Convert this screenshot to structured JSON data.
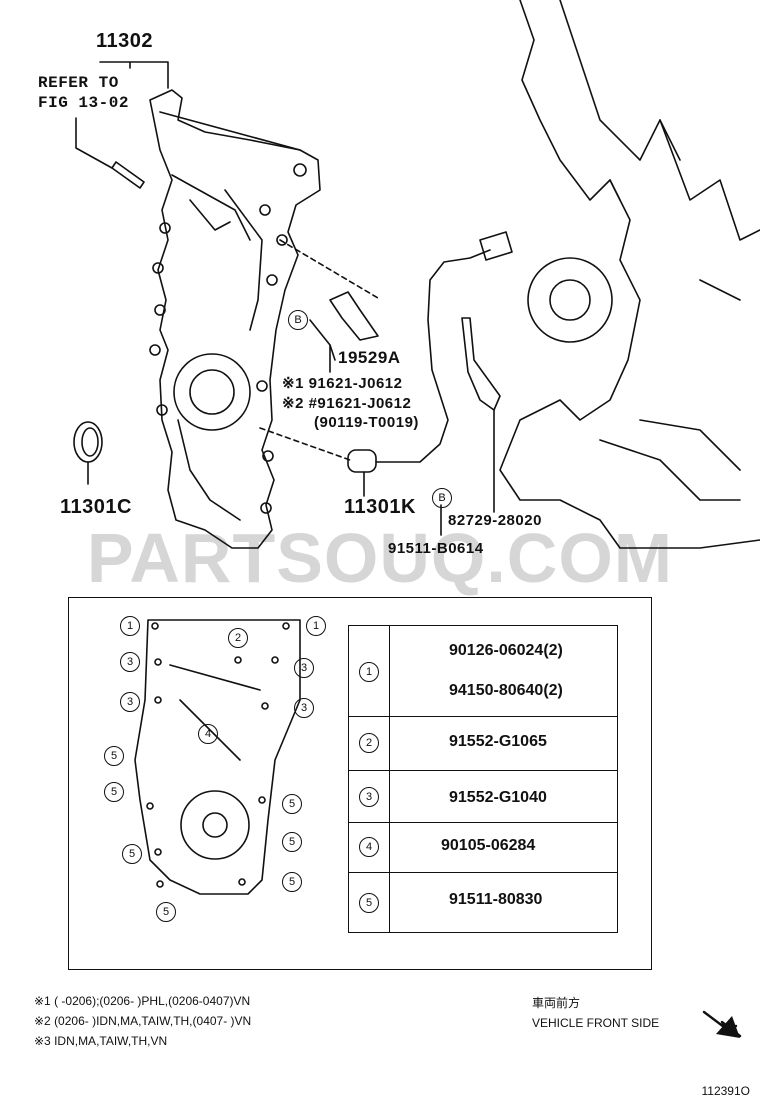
{
  "watermark": "PARTSOUQ.COM",
  "labels": {
    "p11302": "11302",
    "refer": "REFER TO",
    "fig": "FIG 13-02",
    "p19529a": "19529A",
    "p91621a": "※1 91621-J0612",
    "p91621b": "※2 #91621-J0612",
    "p90119": "(90119-T0019)",
    "p11301c": "11301C",
    "p11301k": "11301K",
    "p82729": "82729-28020",
    "p91511b": "91511-B0614",
    "ref_b1": "B",
    "ref_b2": "B"
  },
  "parts_table": [
    {
      "num": "1",
      "items": [
        "90126-06024(2)",
        "94150-80640(2)"
      ]
    },
    {
      "num": "2",
      "items": [
        "91552-G1065"
      ]
    },
    {
      "num": "3",
      "items": [
        "91552-G1040"
      ]
    },
    {
      "num": "4",
      "items": [
        "90105-06284"
      ]
    },
    {
      "num": "5",
      "items": [
        "91511-80830"
      ]
    }
  ],
  "inset_markers": [
    "1",
    "2",
    "1",
    "3",
    "3",
    "3",
    "3",
    "4",
    "5",
    "5",
    "5",
    "5",
    "5",
    "5",
    "5"
  ],
  "notes": {
    "n1": "※1 (      -0206);(0206-      )PHL,(0206-0407)VN",
    "n2": "※2 (0206-      )IDN,MA,TAIW,TH,(0407-      )VN",
    "n3": "※3 IDN,MA,TAIW,TH,VN"
  },
  "front": {
    "jp": "車両前方",
    "en": "VEHICLE FRONT SIDE"
  },
  "figure_id": "112391O"
}
